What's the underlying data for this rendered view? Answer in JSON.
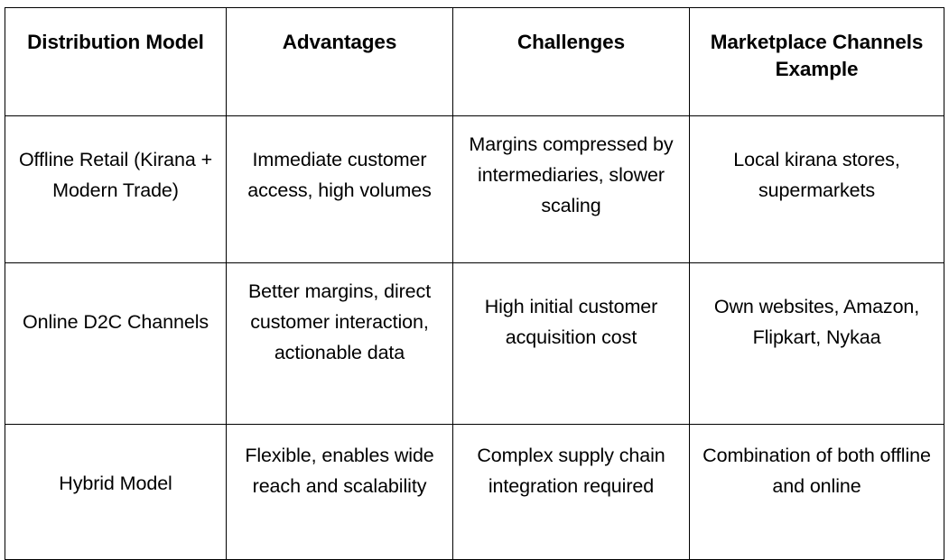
{
  "table": {
    "columns": [
      {
        "id": "distribution-model",
        "label": "Distribution Model"
      },
      {
        "id": "advantages",
        "label": "Advantages"
      },
      {
        "id": "challenges",
        "label": "Challenges"
      },
      {
        "id": "marketplace-channels-example",
        "label": "Marketplace Channels Example"
      }
    ],
    "rows": [
      {
        "model": "Offline Retail (Kirana + Modern Trade)",
        "advantages": "Immediate customer access, high volumes",
        "challenges": "Margins compressed by intermediaries, slower scaling",
        "marketplace": "Local kirana stores, supermarkets"
      },
      {
        "model": "Online D2C Channels",
        "advantages": "Better margins, direct customer interaction, actionable data",
        "challenges": "High initial customer acquisition cost",
        "marketplace": "Own websites, Amazon, Flipkart, Nykaa"
      },
      {
        "model": "Hybrid Model",
        "advantages": "Flexible, enables wide reach and scalability",
        "challenges": "Complex supply chain integration required",
        "marketplace": "Combination of both offline and online"
      }
    ]
  },
  "style": {
    "border_color": "#000000",
    "background_color": "#ffffff",
    "text_color": "#000000"
  }
}
